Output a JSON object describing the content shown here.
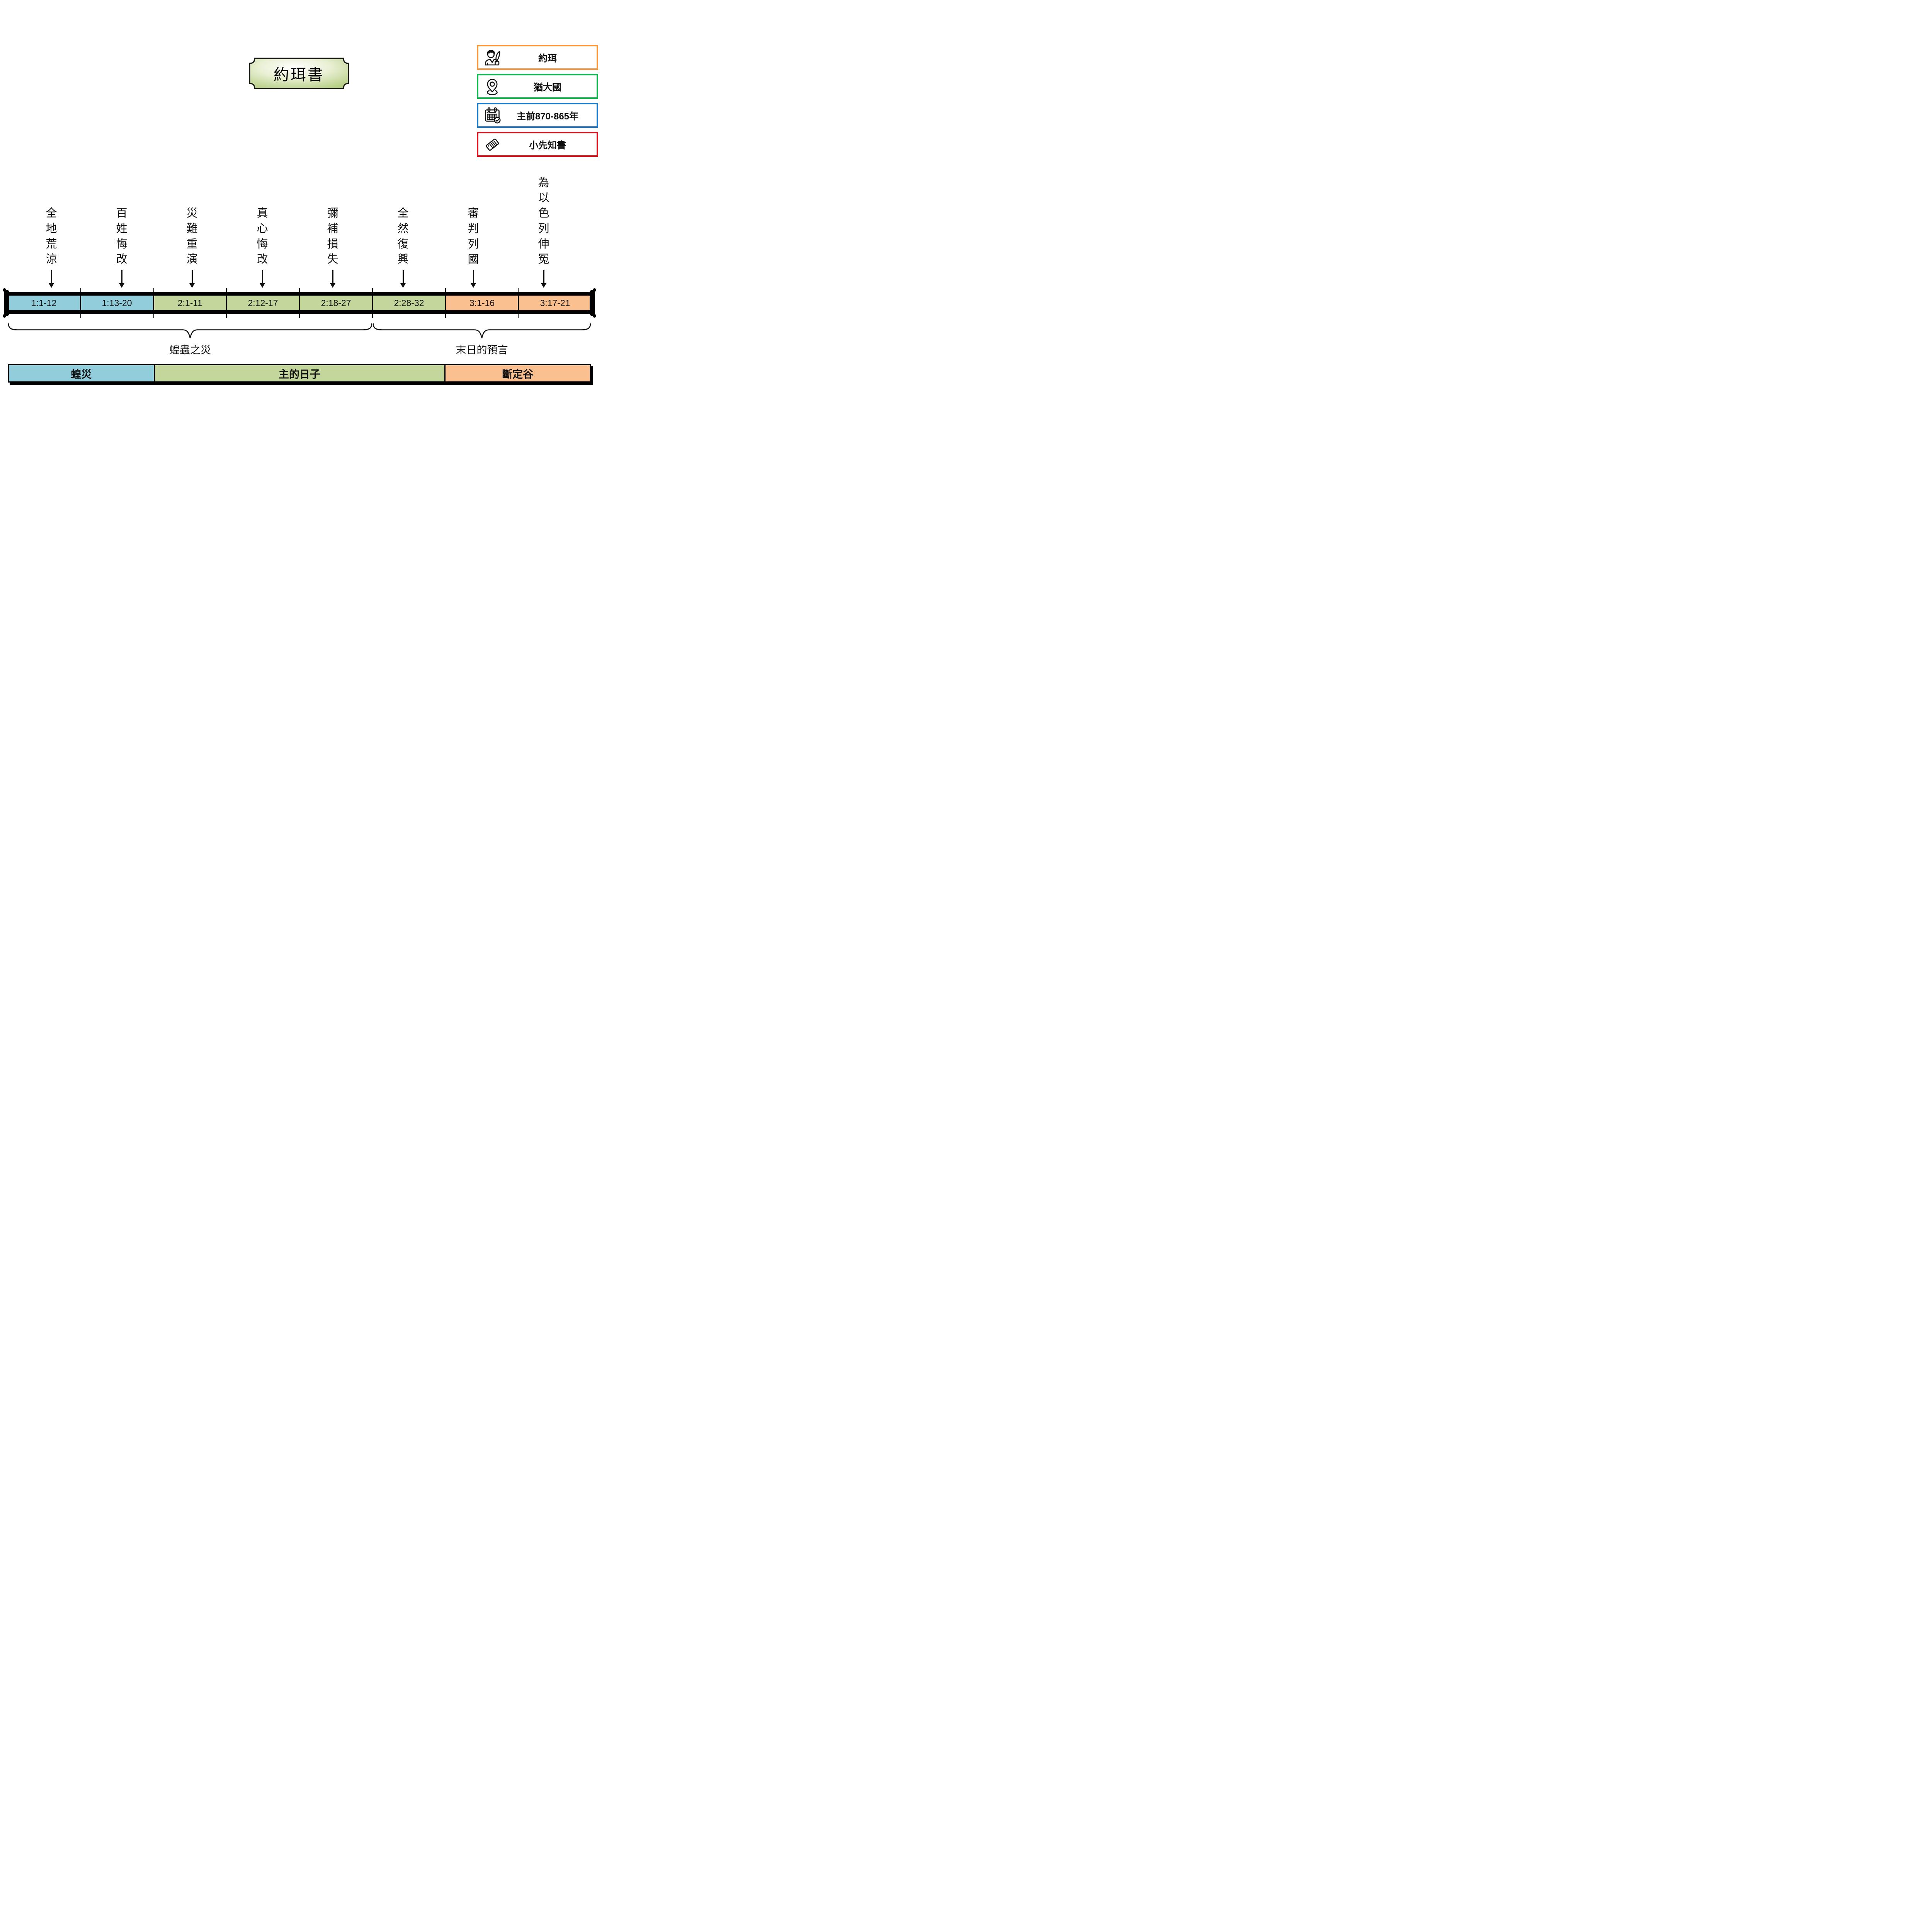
{
  "banner": {
    "text": "約珥書",
    "fill_gradient": [
      "#ffffff",
      "#e9f0d4",
      "#b3cd80"
    ],
    "border_color": "#1a1a1a"
  },
  "legend": {
    "items": [
      {
        "icon": "author-icon",
        "label": "約珥",
        "border_color": "#F2953F"
      },
      {
        "icon": "location-pin-icon",
        "label": "猶大國",
        "border_color": "#13B14E"
      },
      {
        "icon": "calendar-icon",
        "label": "主前870-865年",
        "border_color": "#1B74BE"
      },
      {
        "icon": "tag-icon",
        "label": "小先知書",
        "border_color": "#D0131B"
      }
    ]
  },
  "timeline": {
    "segments": [
      {
        "ref": "1:1-12",
        "label": "全地荒涼",
        "color": "#92CDDC"
      },
      {
        "ref": "1:13-20",
        "label": "百姓悔改",
        "color": "#92CDDC"
      },
      {
        "ref": "2:1-11",
        "label": "災難重演",
        "color": "#C3D69B"
      },
      {
        "ref": "2:12-17",
        "label": "真心悔改",
        "color": "#C3D69B"
      },
      {
        "ref": "2:18-27",
        "label": "彌補損失",
        "color": "#C3D69B"
      },
      {
        "ref": "2:28-32",
        "label": "全然復興",
        "color": "#C3D69B"
      },
      {
        "ref": "3:1-16",
        "label": "審判列國",
        "color": "#FAC090"
      },
      {
        "ref": "3:17-21",
        "label": "為以色列伸冤",
        "color": "#FAC090"
      }
    ]
  },
  "braces": {
    "left": {
      "label": "蝗蟲之災",
      "segments_spanned": 5
    },
    "right": {
      "label": "末日的預言",
      "segments_spanned": 3
    }
  },
  "sections": [
    {
      "label": "蝗災",
      "color": "#92CDDC",
      "fraction": 0.25
    },
    {
      "label": "主的日子",
      "color": "#C3D69B",
      "fraction": 0.5
    },
    {
      "label": "斷定谷",
      "color": "#FAC090",
      "fraction": 0.25
    }
  ]
}
